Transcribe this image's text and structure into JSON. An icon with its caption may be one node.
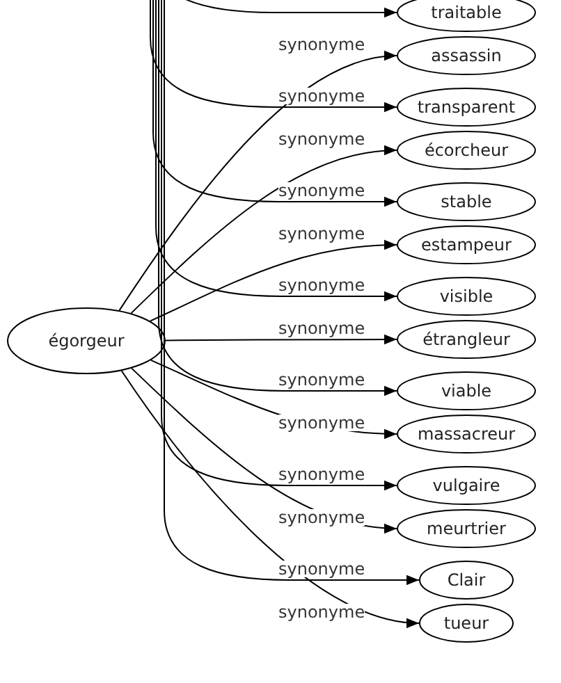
{
  "diagram": {
    "nodes": [
      {
        "text": [
          "égorgeur"
        ]
      },
      {
        "text": [
          "traitable"
        ]
      },
      {
        "text": [
          "assassin"
        ]
      },
      {
        "text": [
          "transparent"
        ]
      },
      {
        "text": [
          "écorcheur"
        ]
      },
      {
        "text": [
          "stable"
        ]
      },
      {
        "text": [
          "estampeur"
        ]
      },
      {
        "text": [
          "visible"
        ]
      },
      {
        "text": [
          "étrangleur"
        ]
      },
      {
        "text": [
          "viable"
        ]
      },
      {
        "text": [
          "massacreur"
        ]
      },
      {
        "text": [
          "vulgaire"
        ]
      },
      {
        "text": [
          "meurtrier"
        ]
      },
      {
        "text": [
          "Clair"
        ]
      },
      {
        "text": [
          "tueur"
        ]
      }
    ],
    "edges": [
      {
        "from": 0,
        "to": 2,
        "arrow": "to",
        "label": "synonyme"
      },
      {
        "from": 0,
        "to": 4,
        "arrow": "to",
        "label": "synonyme"
      },
      {
        "from": 0,
        "to": 6,
        "arrow": "to",
        "label": "synonyme"
      },
      {
        "from": 0,
        "to": 8,
        "arrow": "to",
        "label": "synonyme"
      },
      {
        "from": 0,
        "to": 10,
        "arrow": "to",
        "label": "synonyme"
      },
      {
        "from": 0,
        "to": 12,
        "arrow": "to",
        "label": "synonyme"
      },
      {
        "from": 0,
        "to": 14,
        "arrow": "to",
        "label": "synonyme"
      },
      {
        "from": null,
        "to": 1,
        "arrow": "to"
      },
      {
        "from": null,
        "to": 3,
        "arrow": "to",
        "label": "synonyme"
      },
      {
        "from": null,
        "to": 5,
        "arrow": "to",
        "label": "synonyme"
      },
      {
        "from": null,
        "to": 7,
        "arrow": "to",
        "label": "synonyme"
      },
      {
        "from": null,
        "to": 9,
        "arrow": "to",
        "label": "synonyme"
      },
      {
        "from": null,
        "to": 11,
        "arrow": "to",
        "label": "synonyme"
      },
      {
        "from": null,
        "to": 13,
        "arrow": "to",
        "label": "synonyme"
      }
    ]
  }
}
